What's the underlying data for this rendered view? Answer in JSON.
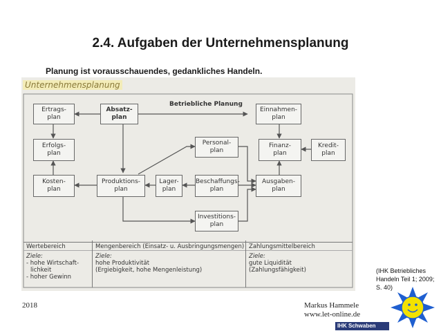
{
  "title": "2.4. Aufgaben der Unternehmensplanung",
  "subtitle": "Planung ist vorausschauendes, gedankliches Handeln.",
  "diagram": {
    "heading": "Unternehmensplanung",
    "top_label": "Betriebliche Planung",
    "boxes": {
      "ertrag": [
        "Ertrags-",
        "plan"
      ],
      "erfolg": [
        "Erfolgs-",
        "plan"
      ],
      "kosten": [
        "Kosten-",
        "plan"
      ],
      "absatz": [
        "Absatz-",
        "plan"
      ],
      "produktion": [
        "Produktions-",
        "plan"
      ],
      "lager": [
        "Lager-",
        "plan"
      ],
      "personal": [
        "Personal-",
        "plan"
      ],
      "beschaffung": [
        "Beschaffungs-",
        "plan"
      ],
      "investition": [
        "Investitions-",
        "plan"
      ],
      "einnahmen": [
        "Einnahmen-",
        "plan"
      ],
      "finanz": [
        "Finanz-",
        "plan"
      ],
      "kredit": [
        "Kredit-",
        "plan"
      ],
      "ausgaben": [
        "Ausgaben-",
        "plan"
      ]
    },
    "bottom_headers": [
      "Wertebereich",
      "Mengenbereich (Einsatz- u. Ausbringungsmengen)",
      "Zahlungsmittelbereich"
    ],
    "bottom_goals": [
      [
        "Ziele:",
        "- hohe Wirtschaft-",
        "  lichkeit",
        "- hoher Gewinn"
      ],
      [
        "Ziele:",
        "hohe Produktivität",
        "(Ergiebigkeit, hohe Mengenleistung)"
      ],
      [
        "Ziele:",
        "gute Liquidität",
        "(Zahlungsfähigkeit)"
      ]
    ]
  },
  "citation": [
    "(IHK Betriebliches",
    "Handeln Teil 1; 2009;",
    "S. 40)"
  ],
  "footer": {
    "year": "2018",
    "author": "Markus Hammele",
    "website": "www.let-online.de",
    "ihk_logo": "IHK Schwaben"
  },
  "colors": {
    "scan_bg": "#ecebe6",
    "arrow": "#555555",
    "ihk": "#2a3b78",
    "sun": "#f3e200"
  }
}
